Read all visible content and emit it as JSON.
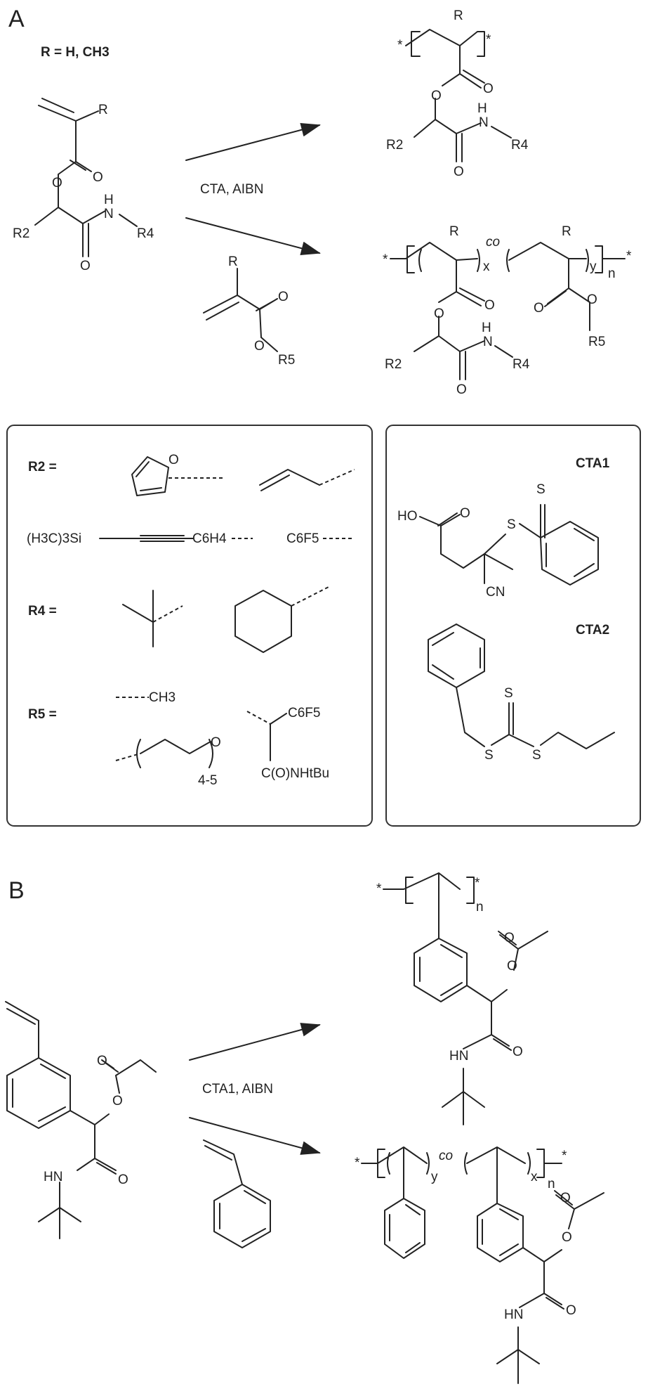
{
  "panel_a": {
    "panel_label": "A",
    "r_def": "R = H, CH3",
    "atoms": {
      "R": "R",
      "O": "O",
      "N": "N",
      "H": "H",
      "R2": "R2",
      "R4": "R4",
      "R5": "R5",
      "co": "co",
      "x": "x",
      "y": "y",
      "n": "n",
      "star": "*"
    },
    "reagents": "CTA, AIBN",
    "substituents_box": {
      "r2_label": "R2 =",
      "r2_silyl_prefix": "(H3C)3Si",
      "r2_silyl_suffix": "C6H4",
      "r2_c6f5": "C6F5",
      "r4_label": "R4 =",
      "r5_label": "R5 =",
      "r5_ch3": "CH3",
      "r5_c6f5": "C6F5",
      "r5_amide": "C(O)NHtBu",
      "r5_peg_repeat": "4-5"
    },
    "cta_box": {
      "cta1_label": "CTA1",
      "cta2_label": "CTA2",
      "cta1_acid": "HO",
      "cta1_cn": "CN",
      "s": "S"
    }
  },
  "panel_b": {
    "panel_label": "B",
    "reagents": "CTA1, AIBN",
    "atoms": {
      "HN": "HN",
      "O": "O",
      "co": "co",
      "x": "x",
      "y": "y",
      "n": "n",
      "star": "*"
    }
  }
}
